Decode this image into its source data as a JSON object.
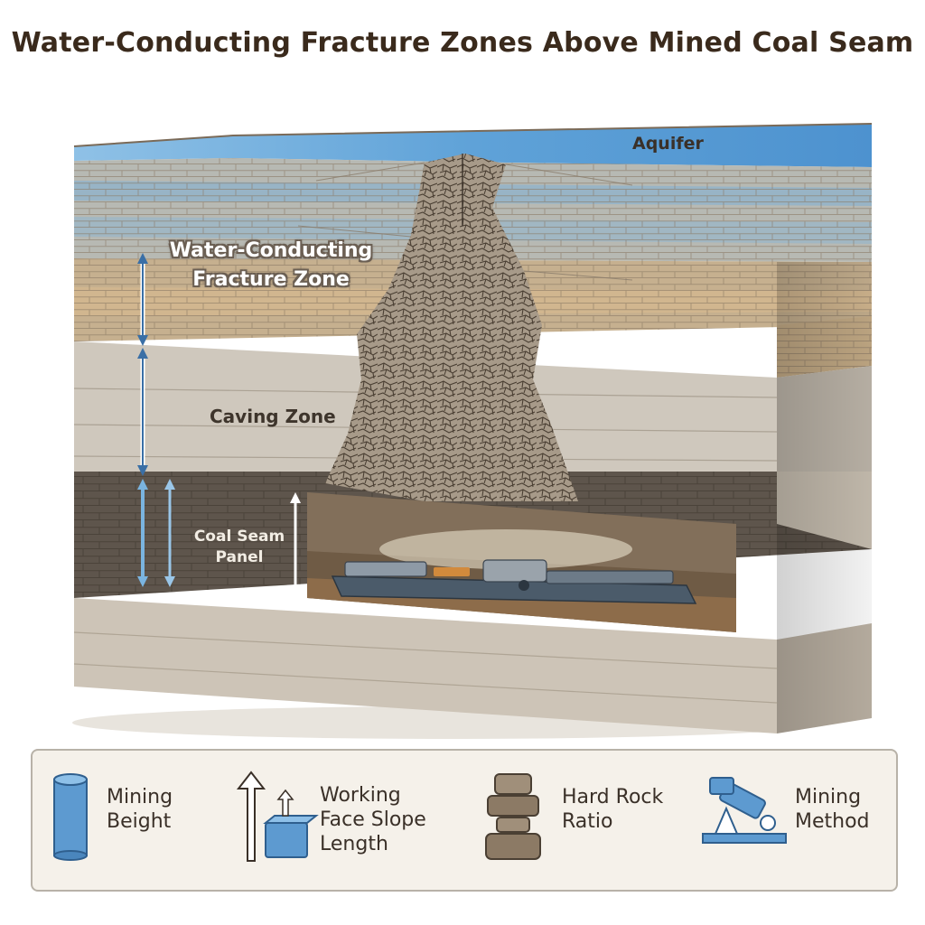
{
  "title": "Water-Conducting Fracture Zones Above Mined Coal Seam",
  "labels": {
    "aquifer": "Aquifer",
    "fracture_zone_line1": "Water-Conducting",
    "fracture_zone_line2": "Fracture Zone",
    "caving_zone": "Caving Zone",
    "coal_seam_line1": "Coal Seam",
    "coal_seam_line2": "Panel"
  },
  "legend": [
    {
      "icon": "cylinder-icon",
      "line1": "Mining",
      "line2": "Beight",
      "line3": ""
    },
    {
      "icon": "up-arrow-block-icon",
      "line1": "Working",
      "line2": "Face Slope",
      "line3": "Length"
    },
    {
      "icon": "stacked-rock-icon",
      "line1": "Hard Rock",
      "line2": "Ratio",
      "line3": ""
    },
    {
      "icon": "mining-machine-icon",
      "line1": "Mining",
      "line2": "Method",
      "line3": ""
    }
  ],
  "colors": {
    "aquifer_water": "#5b9fd6",
    "strata_tan": "#c9b59a",
    "coal_dark": "#5e554c",
    "legend_blue": "#5d9ad0"
  }
}
